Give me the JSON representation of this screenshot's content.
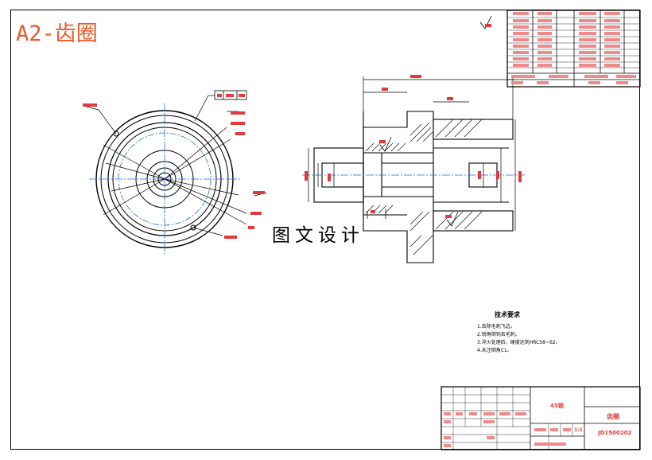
{
  "drawing": {
    "title": "A2-齿圈",
    "watermark": "图文设计",
    "tech_requirements": {
      "heading": "技术要求",
      "items": [
        "1.去除毛刺飞边。",
        "2.锐角倒钝去毛刺。",
        "3.淬火处理后，硬度达到HRC58~62。",
        "4.未注倒角C1。"
      ]
    },
    "title_block": {
      "material": "45钢",
      "part_name": "齿圈",
      "drawing_no": "JD1500202",
      "scale": "1:1"
    },
    "colors": {
      "line": "#000000",
      "center_line": "#1f6fe0",
      "label_red": "#e03b3b",
      "title_orange": "#e8592b"
    }
  }
}
